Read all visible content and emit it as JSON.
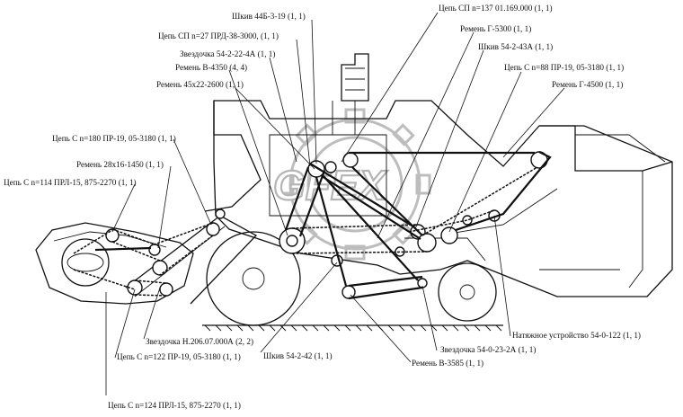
{
  "labels": [
    {
      "key": "shkiv_44b",
      "text": "Шкив 44Б-3-19 (1, 1)"
    },
    {
      "key": "cep_sp_137",
      "text": "Цепь СП n=137 01.169.000 (1, 1)"
    },
    {
      "key": "cep_sp_27",
      "text": "Цепь СП n=27 ПРД-38-3000, (1, 1)"
    },
    {
      "key": "remen_g5300",
      "text": "Ремень Г-5300 (1, 1)"
    },
    {
      "key": "zvezd_54_2_22",
      "text": "Звездочка 54-2-22-4А (1, 1)"
    },
    {
      "key": "shkiv_54_2_43",
      "text": "Шкив 54-2-43А (1, 1)"
    },
    {
      "key": "remen_v4350",
      "text": "Ремень В-4350 (4, 4)"
    },
    {
      "key": "cep_c_88",
      "text": "Цепь С n=88 ПР-19, 05-3180 (1, 1)"
    },
    {
      "key": "remen_45x22",
      "text": "Ремень 45х22-2600 (1, 1)"
    },
    {
      "key": "remen_g4500",
      "text": "Ремень Г-4500 (1, 1)"
    },
    {
      "key": "cep_c_180",
      "text": "Цепь С n=180 ПР-19, 05-3180 (1, 1)"
    },
    {
      "key": "remen_28x16",
      "text": "Ремень 28х16-1450 (1, 1)"
    },
    {
      "key": "cep_c_114",
      "text": "Цепь С n=114 ПРЛ-15, 875-2270 (1, 1)"
    },
    {
      "key": "natyazh",
      "text": "Натяжное устройство 54-0-122 (1, 1)"
    },
    {
      "key": "zvezd_n206",
      "text": "Звездочка Н.206.07.000А (2, 2)"
    },
    {
      "key": "zvezd_54_0_23",
      "text": "Звездочка 54-0-23-2А (1, 1)"
    },
    {
      "key": "cep_c_122",
      "text": "Цепь С n=122 ПР-19, 05-3180 (1, 1)"
    },
    {
      "key": "shkiv_54_2_42",
      "text": "Шкив 54-2-42 (1, 1)"
    },
    {
      "key": "remen_v3585",
      "text": "Ремень В-3585 (1, 1)"
    },
    {
      "key": "cep_c_124",
      "text": "Цепь С n=124 ПРЛ-15, 875-2270 (1, 1)"
    }
  ],
  "watermark": {
    "text": "GFEX"
  }
}
